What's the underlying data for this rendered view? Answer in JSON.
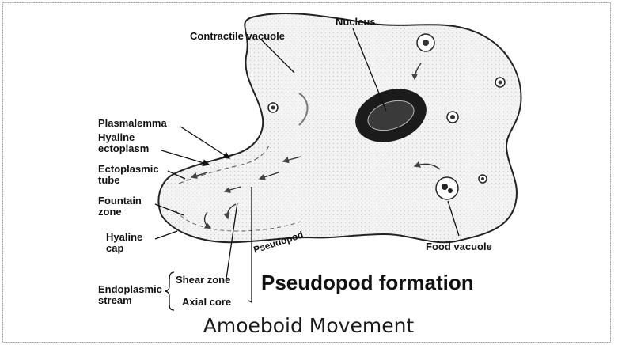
{
  "diagram": {
    "labels": {
      "contractile_vacuole": "Contractile vacuole",
      "nucleus": "Nucleus",
      "plasmalemma": "Plasmalemma",
      "hyaline_ectoplasm_1": "Hyaline",
      "hyaline_ectoplasm_2": "ectoplasm",
      "ectoplasmic_tube_1": "Ectoplasmic",
      "ectoplasmic_tube_2": "tube",
      "fountain_zone_1": "Fountain",
      "fountain_zone_2": "zone",
      "hyaline_cap_1": "Hyaline",
      "hyaline_cap_2": "cap",
      "endoplasmic_stream_1": "Endoplasmic",
      "endoplasmic_stream_2": "stream",
      "shear_zone": "Shear zone",
      "axial_core": "Axial core",
      "pseudopod": "Pseudopod",
      "food_vacuole": "Food vacuole"
    },
    "heading": "Pseudopod formation",
    "caption": "Amoeboid Movement"
  }
}
